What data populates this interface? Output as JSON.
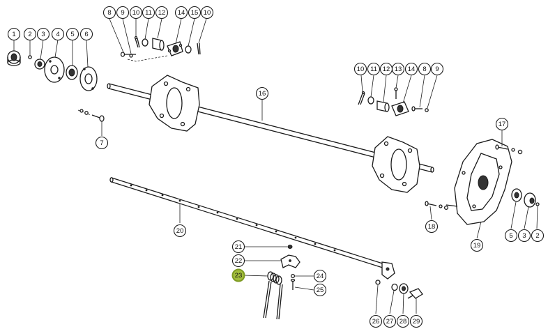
{
  "colors": {
    "highlight": "#a3be3c",
    "line": "#1a1a1a",
    "background": "#ffffff"
  },
  "highlighted_callout": "23",
  "callouts": [
    {
      "id": "c1",
      "label": "1"
    },
    {
      "id": "c2",
      "label": "2"
    },
    {
      "id": "c3",
      "label": "3"
    },
    {
      "id": "c4",
      "label": "4"
    },
    {
      "id": "c5",
      "label": "5"
    },
    {
      "id": "c6",
      "label": "6"
    },
    {
      "id": "c7",
      "label": "7"
    },
    {
      "id": "c8",
      "label": "8"
    },
    {
      "id": "c9",
      "label": "9"
    },
    {
      "id": "c10",
      "label": "10"
    },
    {
      "id": "c11",
      "label": "11"
    },
    {
      "id": "c12",
      "label": "12"
    },
    {
      "id": "c14",
      "label": "14"
    },
    {
      "id": "c15",
      "label": "15"
    },
    {
      "id": "c10b",
      "label": "10"
    },
    {
      "id": "c10c",
      "label": "10"
    },
    {
      "id": "c11b",
      "label": "11"
    },
    {
      "id": "c12b",
      "label": "12"
    },
    {
      "id": "c13",
      "label": "13"
    },
    {
      "id": "c14b",
      "label": "14"
    },
    {
      "id": "c8b",
      "label": "8"
    },
    {
      "id": "c9b",
      "label": "9"
    },
    {
      "id": "c16",
      "label": "16"
    },
    {
      "id": "c17",
      "label": "17"
    },
    {
      "id": "c18",
      "label": "18"
    },
    {
      "id": "c19",
      "label": "19"
    },
    {
      "id": "c5b",
      "label": "5"
    },
    {
      "id": "c3b",
      "label": "3"
    },
    {
      "id": "c2b",
      "label": "2"
    },
    {
      "id": "c20",
      "label": "20"
    },
    {
      "id": "c21",
      "label": "21"
    },
    {
      "id": "c22",
      "label": "22"
    },
    {
      "id": "c23",
      "label": "23"
    },
    {
      "id": "c24",
      "label": "24"
    },
    {
      "id": "c25",
      "label": "25"
    },
    {
      "id": "c26",
      "label": "26"
    },
    {
      "id": "c27",
      "label": "27"
    },
    {
      "id": "c28",
      "label": "28"
    },
    {
      "id": "c29",
      "label": "29"
    }
  ]
}
